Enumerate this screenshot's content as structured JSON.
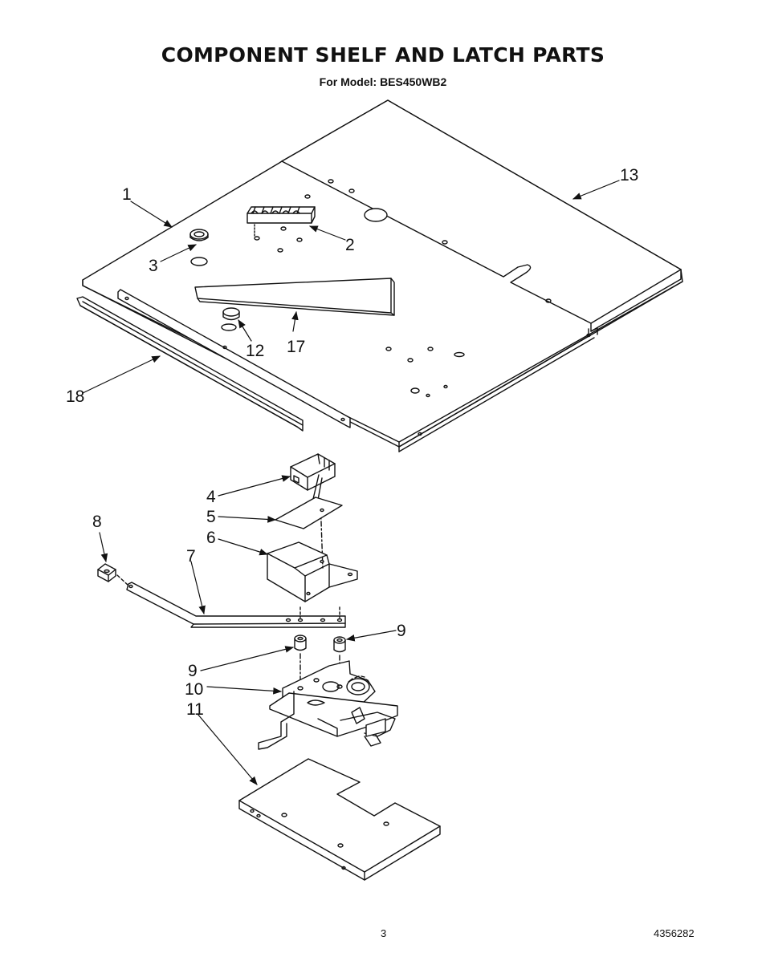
{
  "header": {
    "title": "COMPONENT SHELF AND LATCH PARTS",
    "subtitle": "For Model: BES450WB2"
  },
  "callouts": {
    "p1": "1",
    "p2": "2",
    "p3": "3",
    "p4": "4",
    "p5": "5",
    "p6": "6",
    "p7": "7",
    "p8": "8",
    "p9a": "9",
    "p9b": "9",
    "p10": "10",
    "p11": "11",
    "p12": "12",
    "p13": "13",
    "p17": "17",
    "p18": "18"
  },
  "footer": {
    "page_number": "3",
    "document_number": "4356282"
  }
}
